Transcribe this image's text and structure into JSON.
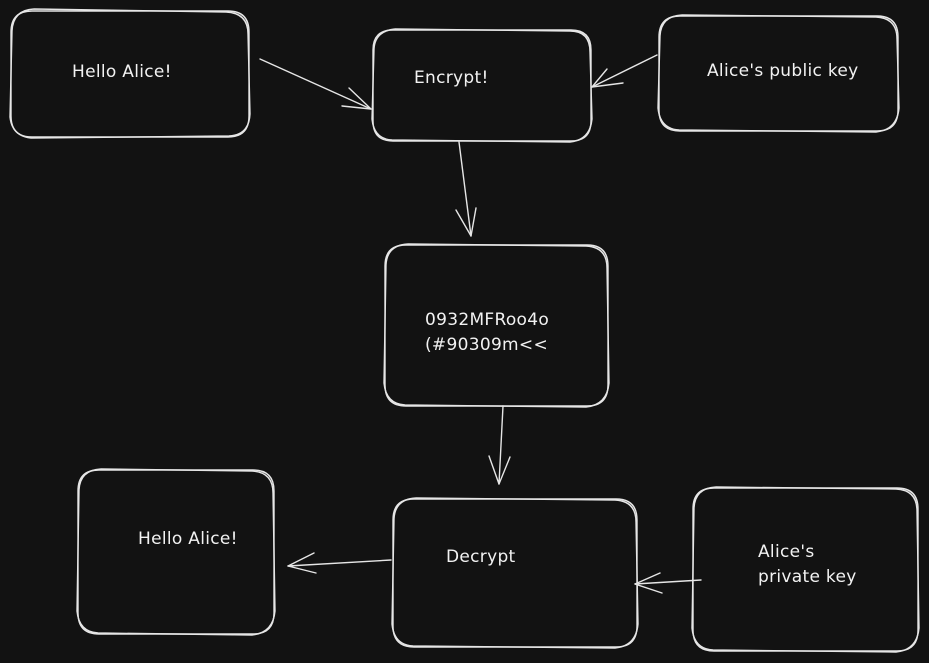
{
  "theme": {
    "background": "#121212",
    "stroke": "#e6e6e6",
    "text": "#f2f2f2"
  },
  "nodes": {
    "plaintext_in": {
      "label": "Hello Alice!"
    },
    "encrypt": {
      "label": "Encrypt!"
    },
    "public_key": {
      "label": "Alice's public key"
    },
    "ciphertext": {
      "line1": "0932MFRoo4o",
      "line2": "(#90309m<<"
    },
    "decrypt": {
      "label": "Decrypt"
    },
    "private_key": {
      "line1": "Alice's",
      "line2": "private key"
    },
    "plaintext_out": {
      "label": "Hello Alice!"
    }
  }
}
